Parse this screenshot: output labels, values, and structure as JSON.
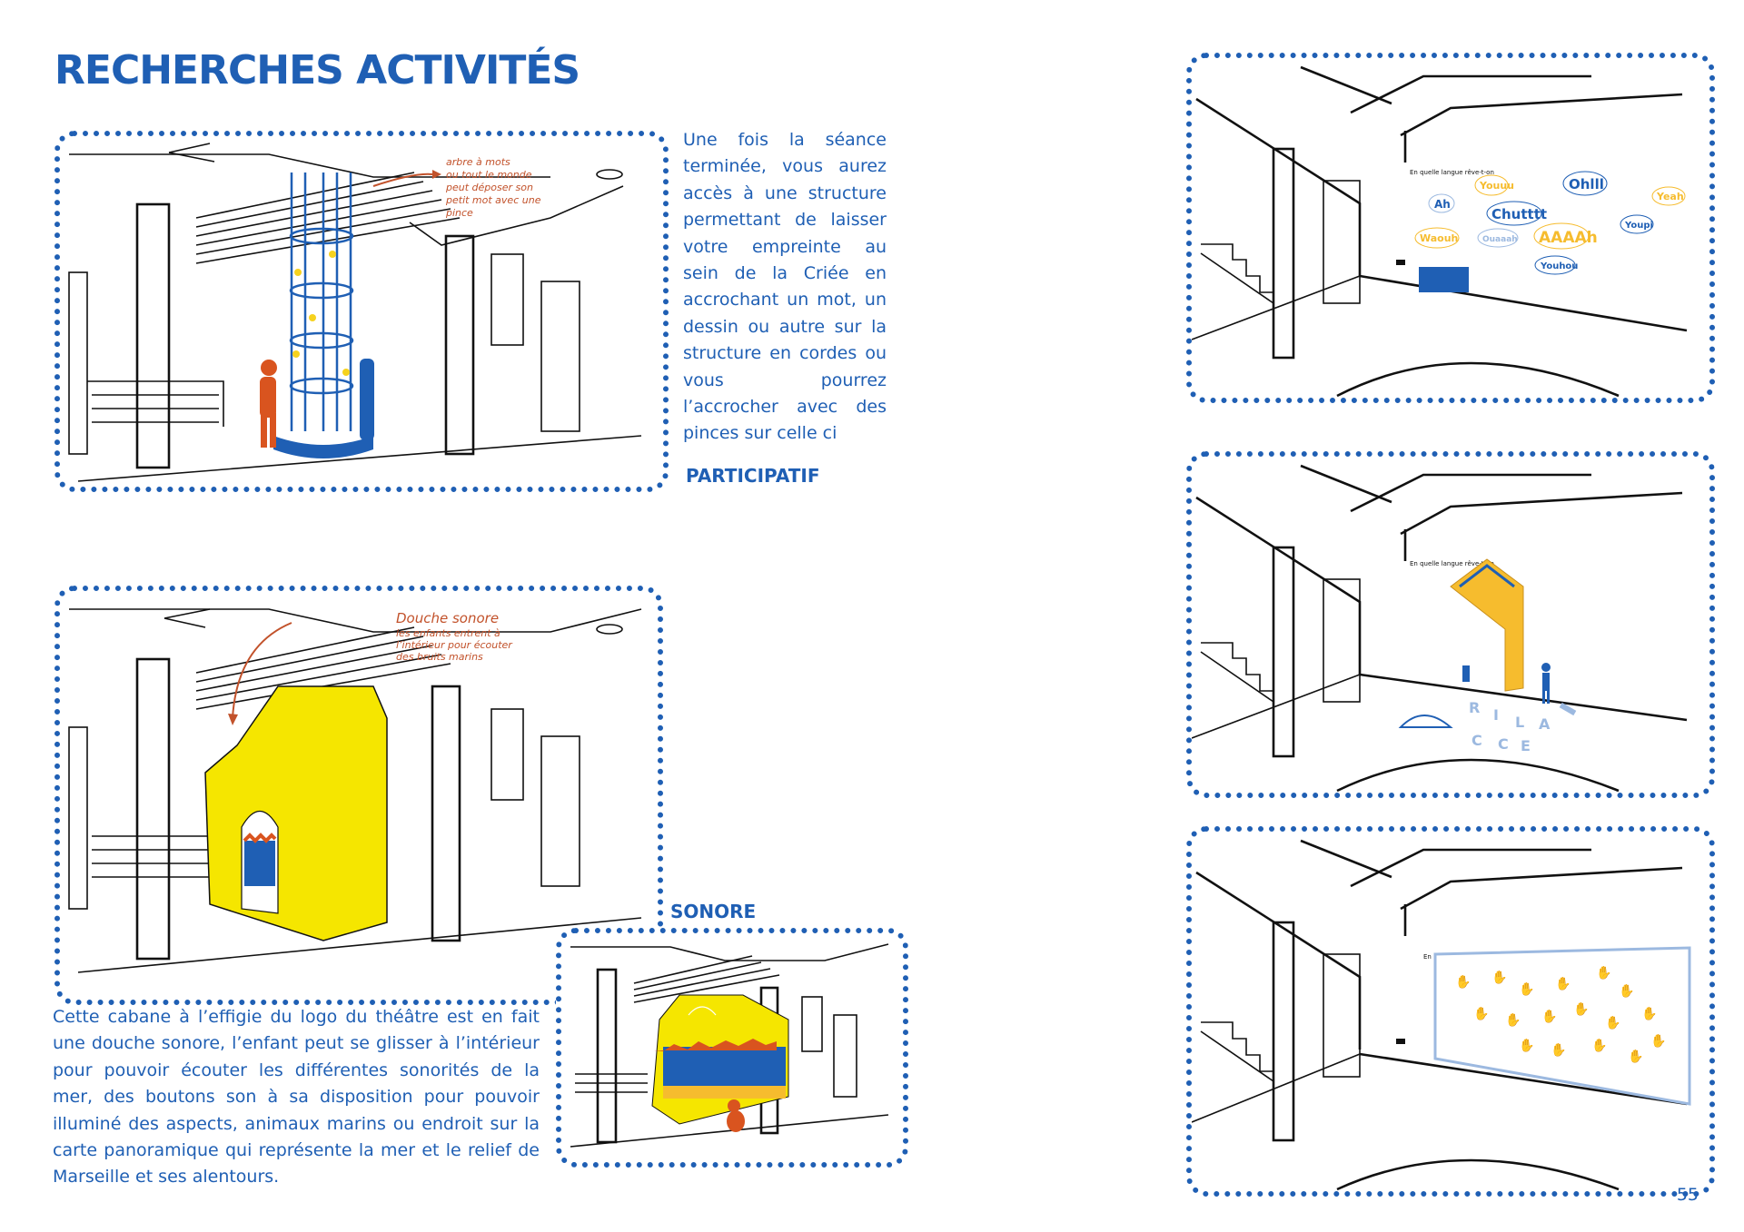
{
  "title": "RECHERCHES ACTIVITÉS",
  "participatif": {
    "paragraph": "Une fois la séance terminée, vous aurez accès à une structure permettant de laisser votre empreinte au sein de la Criée en accrochant un mot, un dessin ou autre sur la structure en cordes ou vous pourrez l’accrocher avec des pinces sur celle ci",
    "label": "PARTICIPATIF",
    "sketch_note": [
      "arbre à mots",
      "ou tout le monde",
      "peut déposer son",
      "petit mot avec une",
      "pince"
    ]
  },
  "sonore": {
    "label": "SONORE",
    "paragraph": "Cette cabane à l’effigie du logo du théâtre est en fait une douche sonore, l’enfant peut se glisser à l’intérieur pour pouvoir écouter les différentes sonorités de la mer, des boutons son à sa disposition pour pouvoir illuminé des aspects, animaux marins ou endroit sur la carte panoramique qui représente la mer et le relief de Marseille et ses alentours.",
    "sketch_note": [
      "Douche sonore",
      "les enfants entrent à",
      "l’intérieur pour écouter",
      "des bruits marins"
    ]
  },
  "right_sketches": {
    "wall_caption": "En quelle langue rêve-t-on",
    "bubbles": [
      "Ah",
      "Youuu",
      "Ohlll",
      "Chutttt",
      "Yeah",
      "Waouh",
      "Ouaaah",
      "AAAAh",
      "Youpi",
      "Youhou"
    ],
    "letters": [
      "R",
      "I",
      "L",
      "A",
      "C",
      "C",
      "E"
    ]
  },
  "page_number": "55",
  "colors": {
    "accent": "#1f5fb4",
    "yellow": "#f5e600",
    "orange": "#c2522b",
    "gold": "#f6bc2e"
  }
}
